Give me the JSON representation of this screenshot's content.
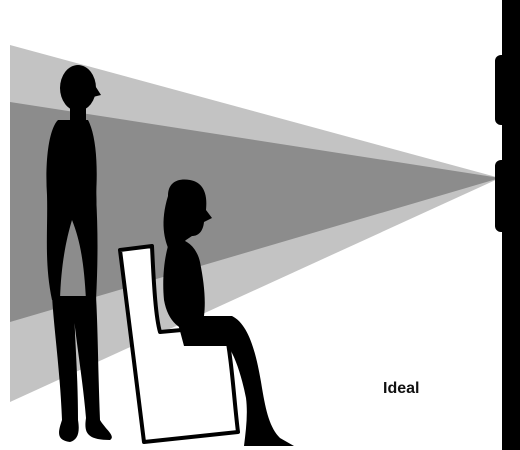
{
  "diagram": {
    "caption": "Ideal",
    "colors": {
      "background": "#ffffff",
      "outer_cone": "#c3c3c3",
      "inner_cone": "#8c8c8c",
      "silhouette": "#000000",
      "chair_fill": "#ffffff",
      "chair_outline": "#000000"
    },
    "elements": [
      "standing-person",
      "seated-person",
      "chair",
      "display-wall",
      "viewing-cone"
    ]
  }
}
